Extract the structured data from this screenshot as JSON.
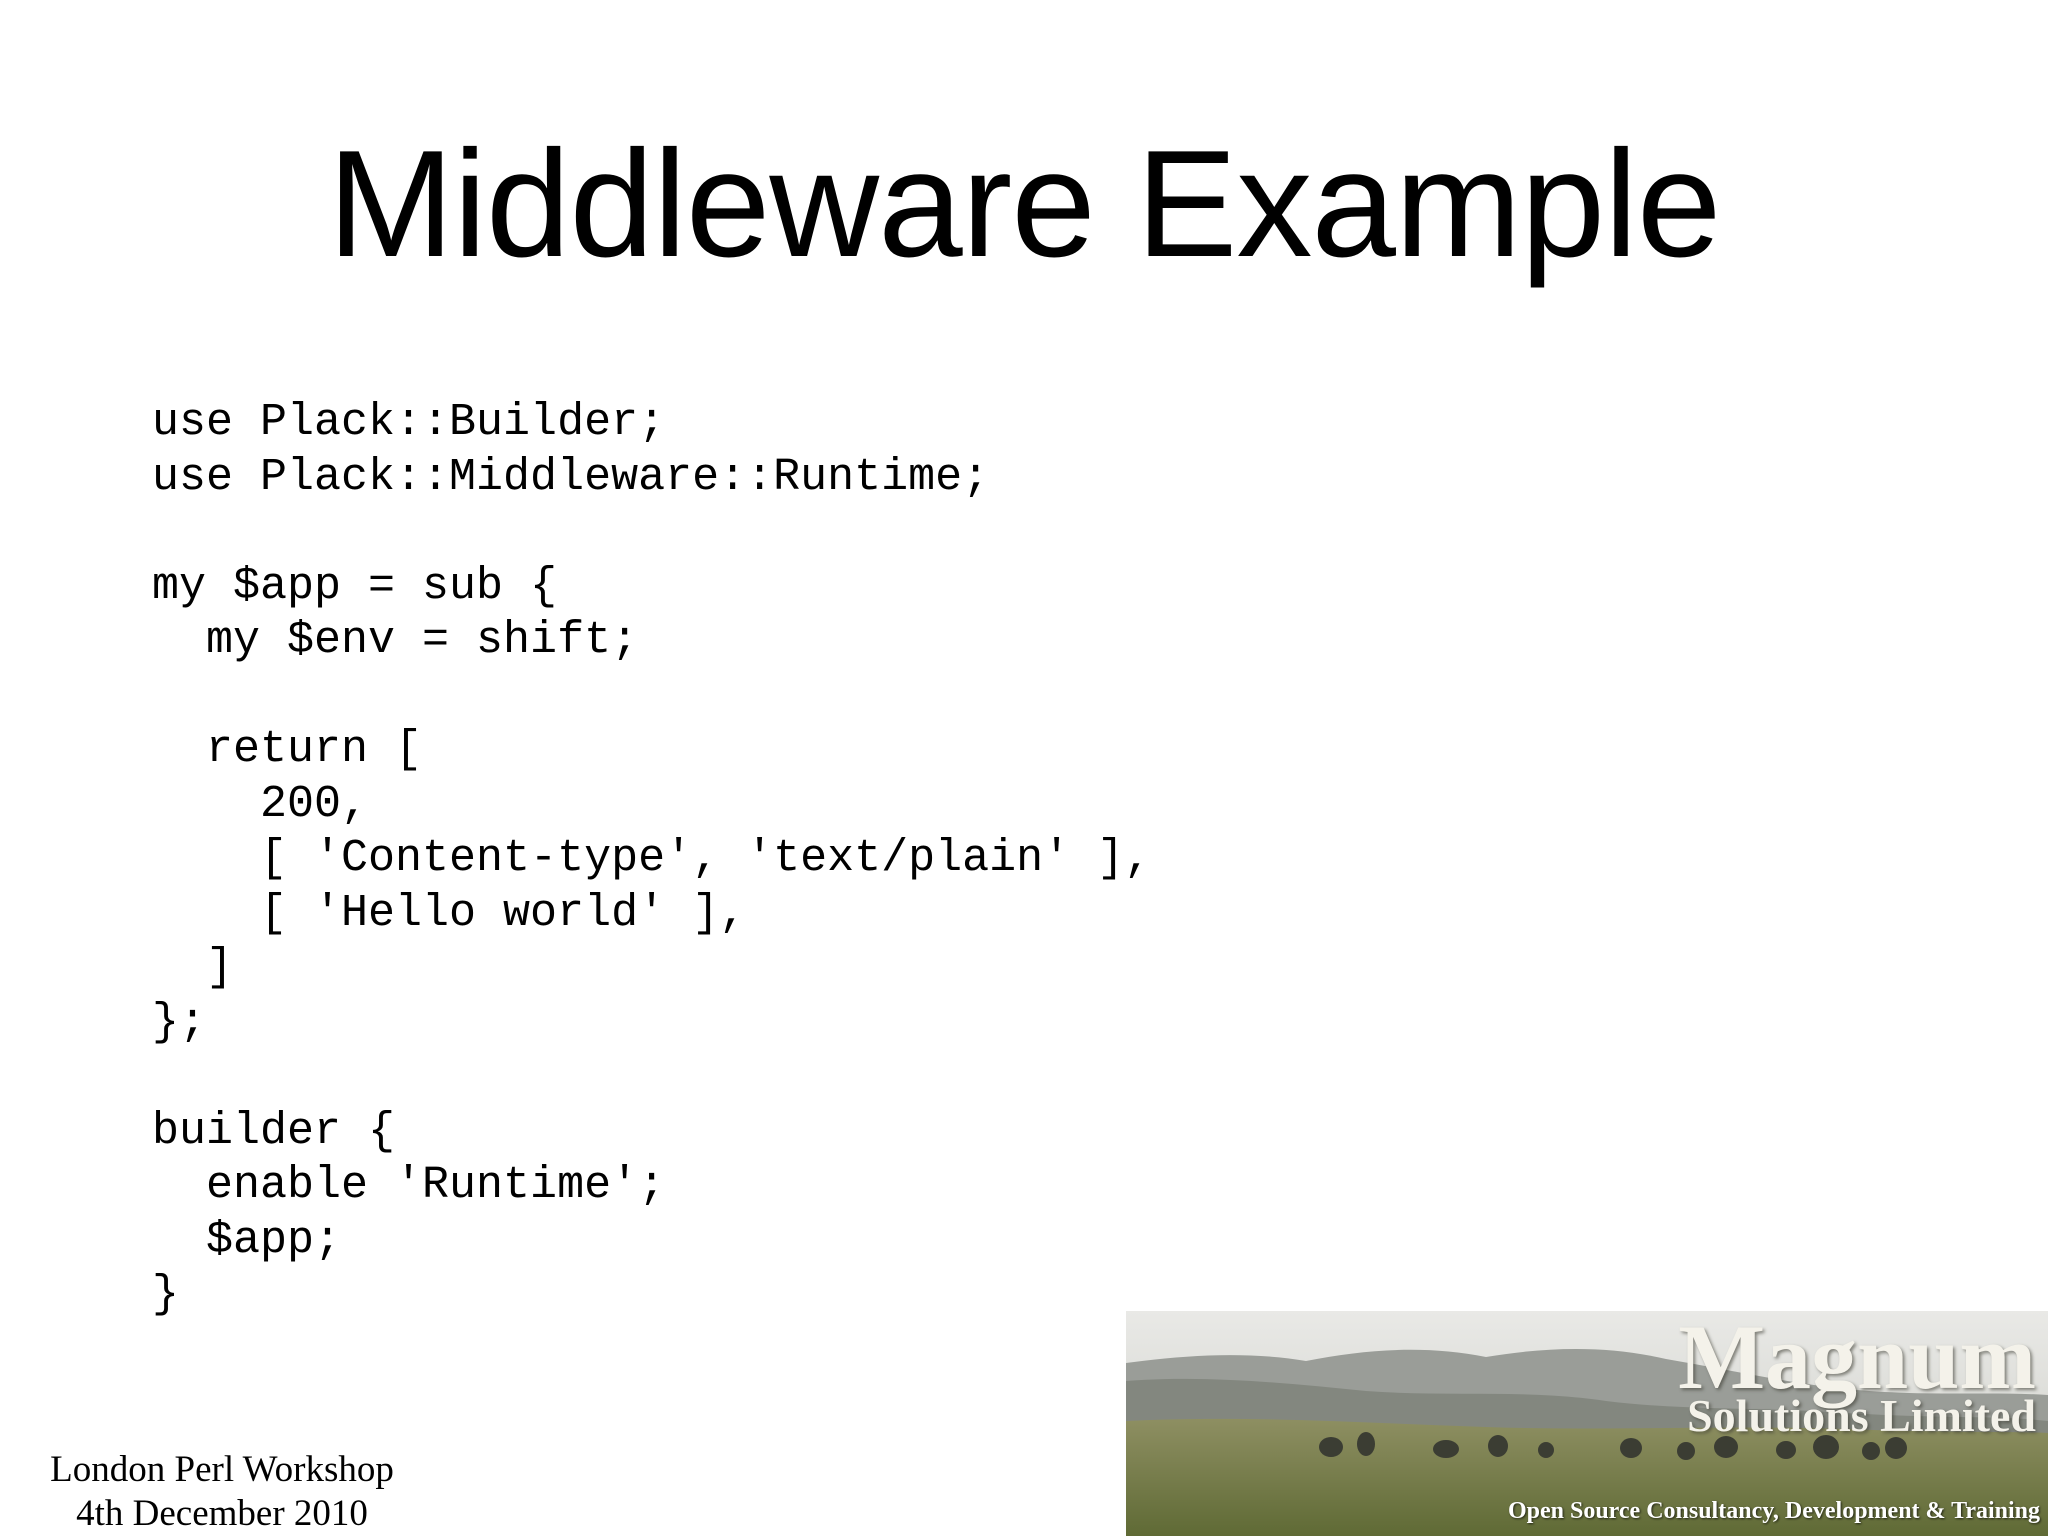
{
  "slide": {
    "title": "Middleware Example",
    "code_lines": [
      "use Plack::Builder;",
      "use Plack::Middleware::Runtime;",
      "",
      "my $app = sub {",
      "  my $env = shift;",
      "",
      "  return [",
      "    200,",
      "    [ 'Content-type', 'text/plain' ],",
      "    [ 'Hello world' ],",
      "  ]",
      "};",
      "",
      "builder {",
      "  enable 'Runtime';",
      "  $app;",
      "}"
    ]
  },
  "footer": {
    "line1": "London Perl Workshop",
    "line2": "4th December 2010"
  },
  "banner": {
    "brand": "Magnum",
    "subtitle": "Solutions Limited",
    "tagline": "Open Source Consultancy, Development & Training"
  }
}
